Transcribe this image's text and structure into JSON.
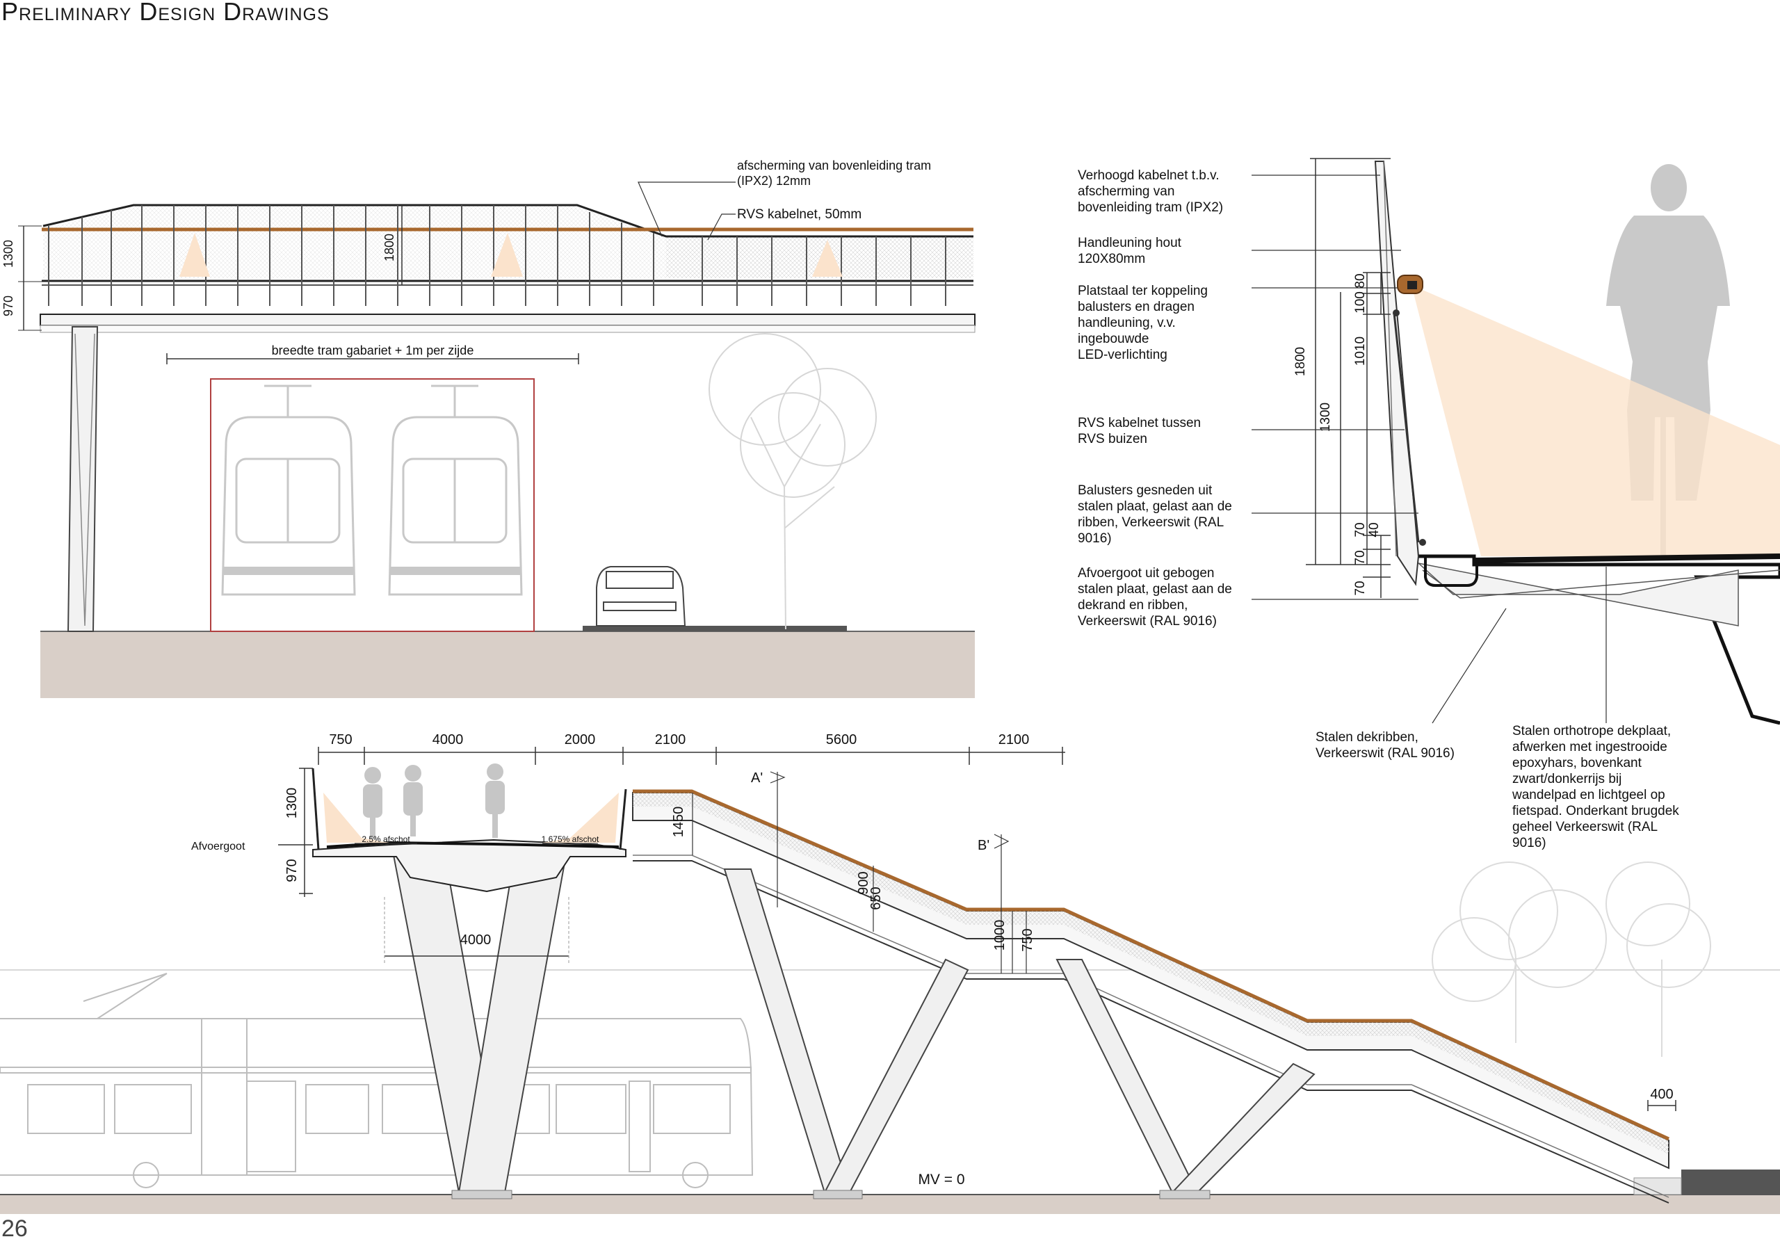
{
  "page": {
    "title": "Preliminary Design Drawings",
    "number": "26"
  },
  "top_section": {
    "heights": [
      "1300",
      "970"
    ],
    "height_1800": "1800",
    "annot_screening": [
      "afscherming van bovenleiding tram",
      "(IPX2)  12mm"
    ],
    "annot_cable": "RVS kabelnet, 50mm",
    "tram_width": "breedte tram gabariet + 1m per zijde"
  },
  "detail_section": {
    "labels": [
      [
        "Verhoogd kabelnet t.b.v.",
        "afscherming van",
        "bovenleiding tram (IPX2)"
      ],
      [
        "Handleuning hout",
        "120X80mm"
      ],
      [
        "Platstaal ter koppeling",
        "balusters en dragen",
        "handleuning, v.v.",
        "ingebouwde",
        "LED-verlichting"
      ],
      [
        "RVS kabelnet tussen",
        "RVS buizen"
      ],
      [
        "Balusters gesneden uit",
        "stalen plaat, gelast aan de",
        "ribben, Verkeerswit (RAL",
        "9016)"
      ],
      [
        "Afvoergoot uit gebogen",
        "stalen plaat, gelast aan de",
        "dekrand en ribben,",
        "Verkeerswit (RAL 9016)"
      ]
    ],
    "dims": [
      "1800",
      "1300",
      "1010",
      "100",
      "80",
      "70",
      "40",
      "70",
      "70"
    ],
    "note_ribs": [
      "Stalen dekribben,",
      "Verkeerswit (RAL 9016)"
    ],
    "note_deck": [
      "Stalen orthotrope dekplaat,",
      "afwerken met ingestrooide",
      "epoxyhars, bovenkant",
      "zwart/donkerrijs bij",
      "wandelpad en lichtgeel op",
      "fietspad. Onderkant brugdek",
      "geheel Verkeerswit (RAL",
      "9016)"
    ]
  },
  "bottom_section": {
    "top_dims": [
      "750",
      "4000",
      "2000",
      "2100",
      "5600",
      "2100"
    ],
    "height_1300": "1300",
    "height_970": "970",
    "afvoergoot": "Afvoergoot",
    "slope_left": "2.5% afschot",
    "slope_right": "1.675% afschot",
    "pier_width": "4000",
    "section_a": "A'",
    "section_b": "B'",
    "dim_1450": "1450",
    "dim_900": "900",
    "dim_650": "650",
    "dim_1000": "1000",
    "dim_750": "750",
    "dim_400": "400",
    "ground_level": "MV = 0"
  },
  "colors": {
    "wood": "#a8682e",
    "light_cone": "#fbe3cc",
    "ground": "#d9cfc8",
    "structure": "#f0f0f0",
    "silhouette": "#c9c9c9",
    "tram_outline": "#b04040"
  }
}
